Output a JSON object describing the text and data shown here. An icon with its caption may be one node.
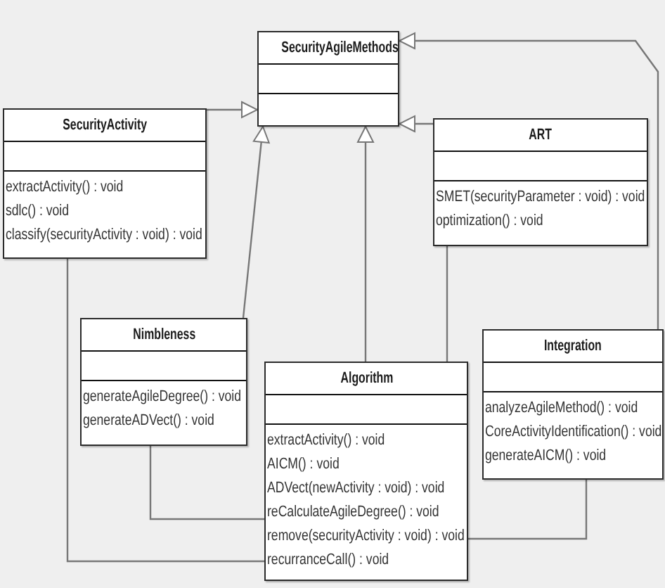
{
  "diagram": {
    "nodes": [
      {
        "text": [
          "SecurityAgileMethods"
        ]
      },
      {
        "text": [
          "SecurityActivity",
          "extractActivity() : void",
          "sdlc() : void",
          "classify(securityActivity : void) : void"
        ]
      },
      {
        "text": [
          "ART",
          "SMET(securityParameter : void) : void",
          "optimization() : void"
        ]
      },
      {
        "text": [
          "Nimbleness",
          "generateAgileDegree() : void",
          "generateADVect() : void"
        ]
      },
      {
        "text": [
          "Integration",
          "analyzeAgileMethod() : void",
          "CoreActivityIdentification() : void",
          "generateAICM() : void"
        ]
      },
      {
        "text": [
          "Algorithm",
          "extractActivity() : void",
          "AICM() : void",
          "ADVect(newActivity : void) : void",
          "reCalculateAgileDegree() : void",
          "remove(securityActivity : void) : void",
          "recurranceCall() : void"
        ]
      }
    ],
    "edges": [
      {
        "from": 1,
        "to": 0,
        "arrow": "to"
      },
      {
        "from": 3,
        "to": 0,
        "arrow": "to"
      },
      {
        "from": 5,
        "to": 0,
        "arrow": "to"
      },
      {
        "from": 2,
        "to": 0,
        "arrow": "to"
      },
      {
        "from": 4,
        "to": 0,
        "arrow": "to"
      },
      {
        "from": 1,
        "to": 5,
        "arrow": "none"
      },
      {
        "from": 3,
        "to": 5,
        "arrow": "none"
      },
      {
        "from": 2,
        "to": 5,
        "arrow": "none"
      },
      {
        "from": 4,
        "to": 5,
        "arrow": "none"
      }
    ]
  }
}
